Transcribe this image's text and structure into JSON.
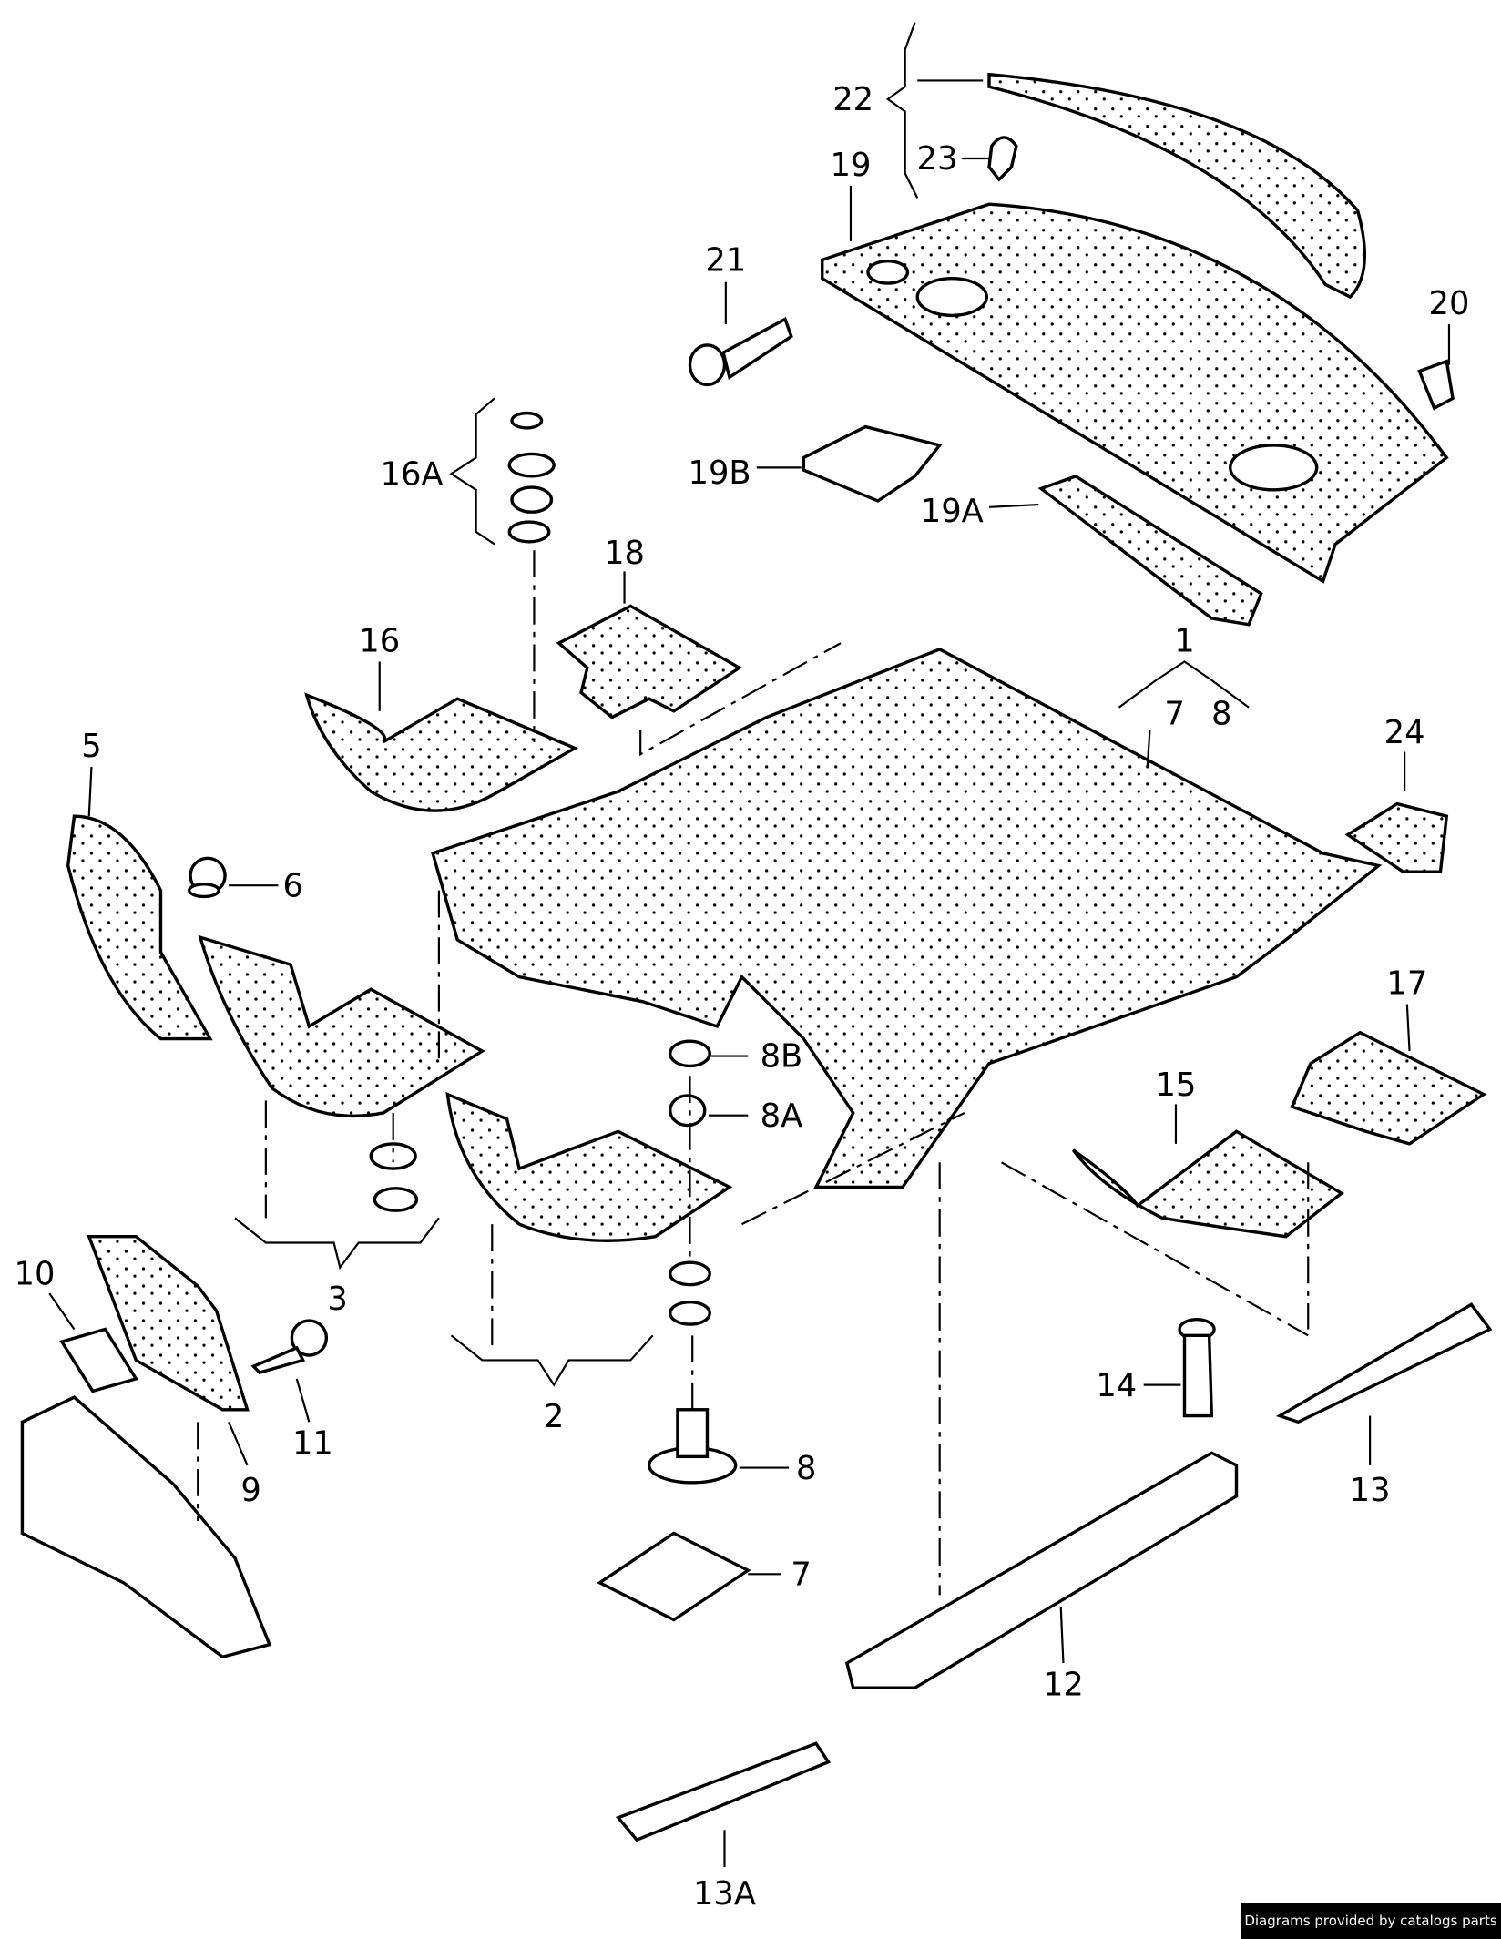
{
  "diagram": {
    "callouts": [
      {
        "id": "22",
        "label": "22"
      },
      {
        "id": "23",
        "label": "23"
      },
      {
        "id": "19",
        "label": "19"
      },
      {
        "id": "21",
        "label": "21"
      },
      {
        "id": "20",
        "label": "20"
      },
      {
        "id": "16A",
        "label": "16A"
      },
      {
        "id": "19B",
        "label": "19B"
      },
      {
        "id": "19A",
        "label": "19A"
      },
      {
        "id": "18",
        "label": "18"
      },
      {
        "id": "1",
        "label": "1"
      },
      {
        "id": "7a",
        "label": "7"
      },
      {
        "id": "8a",
        "label": "8"
      },
      {
        "id": "16",
        "label": "16"
      },
      {
        "id": "24",
        "label": "24"
      },
      {
        "id": "5",
        "label": "5"
      },
      {
        "id": "6",
        "label": "6"
      },
      {
        "id": "17",
        "label": "17"
      },
      {
        "id": "15",
        "label": "15"
      },
      {
        "id": "8B",
        "label": "8B"
      },
      {
        "id": "8A",
        "label": "8A"
      },
      {
        "id": "10",
        "label": "10"
      },
      {
        "id": "3",
        "label": "3"
      },
      {
        "id": "2",
        "label": "2"
      },
      {
        "id": "11",
        "label": "11"
      },
      {
        "id": "9",
        "label": "9"
      },
      {
        "id": "14",
        "label": "14"
      },
      {
        "id": "8",
        "label": "8"
      },
      {
        "id": "13",
        "label": "13"
      },
      {
        "id": "7",
        "label": "7"
      },
      {
        "id": "12",
        "label": "12"
      },
      {
        "id": "13A",
        "label": "13A"
      }
    ]
  },
  "footer": {
    "credit": "Diagrams provided by catalogs parts"
  }
}
